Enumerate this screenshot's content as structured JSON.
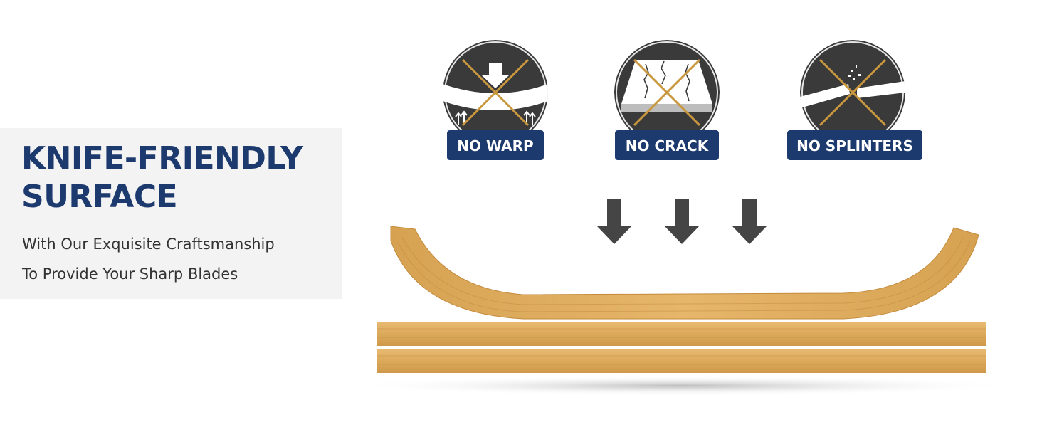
{
  "headline": {
    "line1": "KNIFE-FRIENDLY",
    "line2": "SURFACE"
  },
  "subtext": {
    "line1": "With Our Exquisite Craftsmanship",
    "line2": "To Provide Your Sharp Blades"
  },
  "badges": [
    {
      "label": "NO WARP",
      "icon": "warp-icon"
    },
    {
      "label": "NO CRACK",
      "icon": "crack-icon"
    },
    {
      "label": "NO SPLINTERS",
      "icon": "splinters-icon"
    }
  ],
  "arrows": {
    "count": 3,
    "icon": "down-arrow-icon"
  },
  "colors": {
    "brand_navy": "#1d3a6e",
    "panel_grey": "#f3f3f3",
    "badge_dark": "#3a3a3a",
    "cross_gold": "#c9973e",
    "arrow_grey": "#454545",
    "bamboo_light": "#e4b46a",
    "bamboo_dark": "#c98d3e"
  }
}
